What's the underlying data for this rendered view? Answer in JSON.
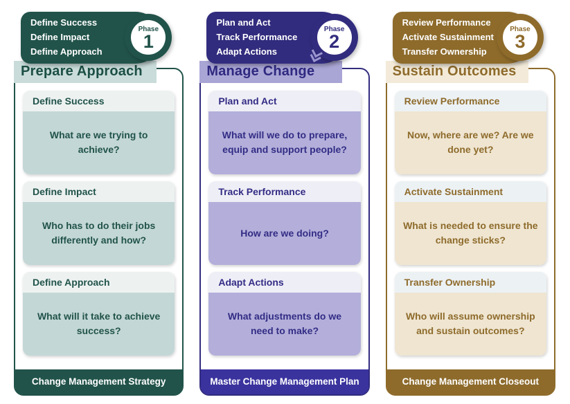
{
  "phase_word": "Phase",
  "columns": [
    {
      "phase_number": "1",
      "header_lines": [
        "Define Success",
        "Define Impact",
        "Define Approach"
      ],
      "title": "Prepare Approach",
      "cards": [
        {
          "title": "Define Success",
          "question": "What are we trying to achieve?"
        },
        {
          "title": "Define Impact",
          "question": "Who has to do their jobs differently and how?"
        },
        {
          "title": "Define Approach",
          "question": "What will it take to achieve success?"
        }
      ],
      "footer": "Change Management Strategy",
      "colors": {
        "dark": "#21534A",
        "band_bg": "#C9DCDA",
        "card_header_bg": "#EDF2F1",
        "card_body_bg": "#C3D7D6",
        "footer_bg": "#21534A"
      }
    },
    {
      "phase_number": "2",
      "header_lines": [
        "Plan and Act",
        "Track Performance",
        "Adapt Actions"
      ],
      "title": "Manage Change",
      "cards": [
        {
          "title": "Plan and Act",
          "question": "What will we do to prepare, equip and support people?"
        },
        {
          "title": "Track Performance",
          "question": "How are we doing?"
        },
        {
          "title": "Adapt Actions",
          "question": "What adjustments do we need to make?"
        }
      ],
      "footer": "Master Change Management Plan",
      "colors": {
        "dark": "#322C7E",
        "band_bg": "#A9A5D5",
        "card_header_bg": "#EEEEF6",
        "card_body_bg": "#B3AFDA",
        "footer_bg": "#3A339E"
      }
    },
    {
      "phase_number": "3",
      "header_lines": [
        "Review Performance",
        "Activate Sustainment",
        "Transfer Ownership"
      ],
      "title": "Sustain Outcomes",
      "cards": [
        {
          "title": "Review Performance",
          "question": "Now, where are we? Are we done yet?"
        },
        {
          "title": "Activate Sustainment",
          "question": "What is needed to ensure the change sticks?"
        },
        {
          "title": "Transfer Ownership",
          "question": "Who will assume ownership and sustain outcomes?"
        }
      ],
      "footer": "Change Management Closeout",
      "colors": {
        "dark": "#8E6B2B",
        "band_bg": "#F3EAD9",
        "card_header_bg": "#ECF1F4",
        "card_body_bg": "#EFE5D1",
        "footer_bg": "#8E6B2B"
      }
    }
  ]
}
